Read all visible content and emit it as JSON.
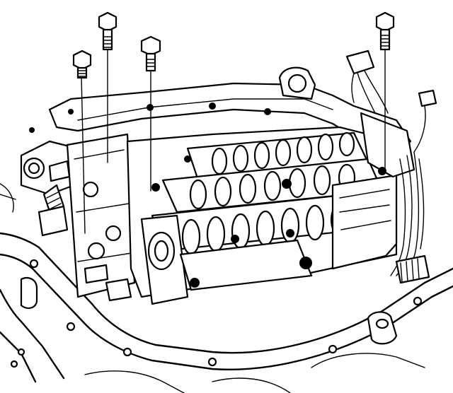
{
  "figure": {
    "title": "",
    "caption": "",
    "labels": []
  },
  "parts": {
    "bolts": [
      {
        "name": "bolt-left"
      },
      {
        "name": "bolt-center-left"
      },
      {
        "name": "bolt-center"
      },
      {
        "name": "bolt-right"
      }
    ],
    "assembly": "valve-body",
    "harness": "wiring-harness",
    "pan": "transmission-case-flange"
  },
  "colors": {
    "ink": "#000000",
    "paper": "#ffffff"
  }
}
